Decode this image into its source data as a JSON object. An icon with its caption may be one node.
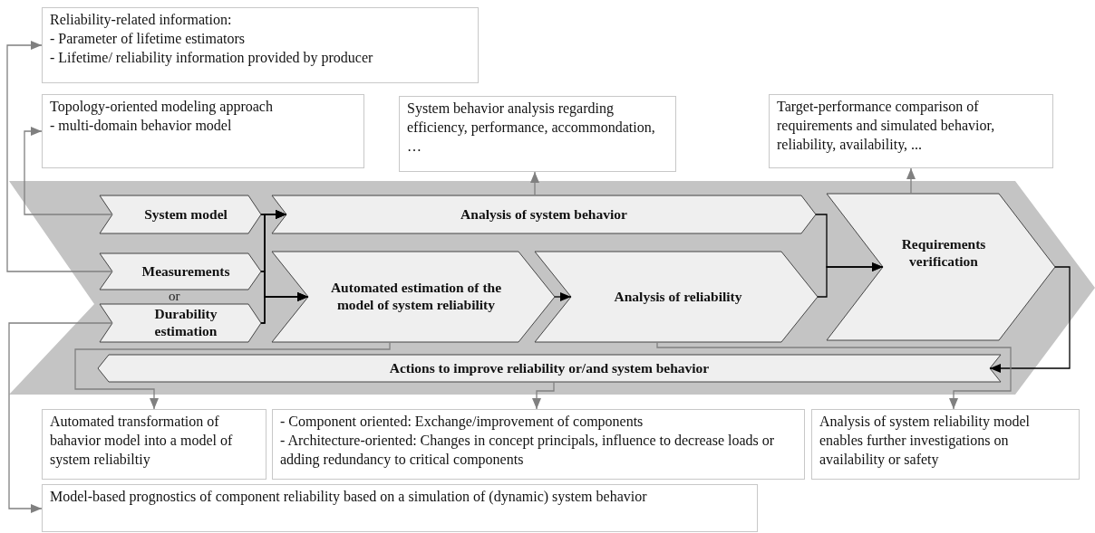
{
  "diagram": {
    "nodes": [
      {
        "text": [
          "Reliability-related information:",
          "- Parameter of lifetime estimators",
          "- Lifetime/ reliability information provided by producer"
        ]
      },
      {
        "text": [
          "Topology-oriented modeling approach",
          "- multi-domain behavior model"
        ]
      },
      {
        "text": [
          "System behavior analysis regarding efficiency, performance, accommondation, …"
        ]
      },
      {
        "text": [
          "Target-performance comparison of requirements and simulated behavior, reliability, availability, ..."
        ]
      },
      {
        "text": [
          "System model"
        ]
      },
      {
        "text": [
          "Measurements"
        ]
      },
      {
        "text": [
          "Durability estimation"
        ]
      },
      {
        "text": [
          "Analysis of system behavior"
        ]
      },
      {
        "text": [
          "Automated estimation of the model of system reliability"
        ]
      },
      {
        "text": [
          "Analysis of reliability"
        ]
      },
      {
        "text": [
          "Requirements verification"
        ]
      },
      {
        "text": [
          "Actions to improve reliability or/and system behavior"
        ]
      },
      {
        "text": [
          "Automated transformation of bahavior model into a model of system reliabiltiy"
        ]
      },
      {
        "text": [
          "- Component oriented: Exchange/improvement of components",
          "- Architecture-oriented: Changes in concept principals, influence to decrease loads or adding redundancy to critical components"
        ]
      },
      {
        "text": [
          "Analysis of system reliability model enables further investigations on availability or safety"
        ]
      },
      {
        "text": [
          "Model-based prognostics of component reliability based on a simulation of (dynamic) system behavior"
        ]
      }
    ],
    "edges": [
      {
        "from": 4,
        "to": 1,
        "arrow": "to",
        "color": "#808080"
      },
      {
        "from": 5,
        "to": 0,
        "arrow": "to",
        "color": "#808080"
      },
      {
        "from": 6,
        "to": 15,
        "arrow": "to",
        "color": "#808080"
      },
      {
        "from": 4,
        "to": 7,
        "arrow": "to"
      },
      {
        "from": 4,
        "to": 8,
        "arrow": "to"
      },
      {
        "from": 5,
        "to": 7,
        "arrow": "to"
      },
      {
        "from": 5,
        "to": 8,
        "arrow": "to"
      },
      {
        "from": 6,
        "to": 7,
        "arrow": "to"
      },
      {
        "from": 6,
        "to": 8,
        "arrow": "to"
      },
      {
        "from": 8,
        "to": 9,
        "arrow": "to"
      },
      {
        "from": 7,
        "to": 10,
        "arrow": "to"
      },
      {
        "from": 9,
        "to": 10,
        "arrow": "to"
      },
      {
        "from": 10,
        "to": 11,
        "arrow": "to"
      },
      {
        "from": 7,
        "to": 2,
        "arrow": "to",
        "color": "#808080"
      },
      {
        "from": 10,
        "to": 3,
        "arrow": "to",
        "color": "#808080"
      },
      {
        "from": 8,
        "to": 12,
        "arrow": "to",
        "color": "#808080"
      },
      {
        "from": 11,
        "to": 13,
        "arrow": "to",
        "color": "#808080"
      },
      {
        "from": 9,
        "to": 14,
        "arrow": "to",
        "color": "#808080"
      }
    ],
    "labels": [
      "or"
    ]
  }
}
